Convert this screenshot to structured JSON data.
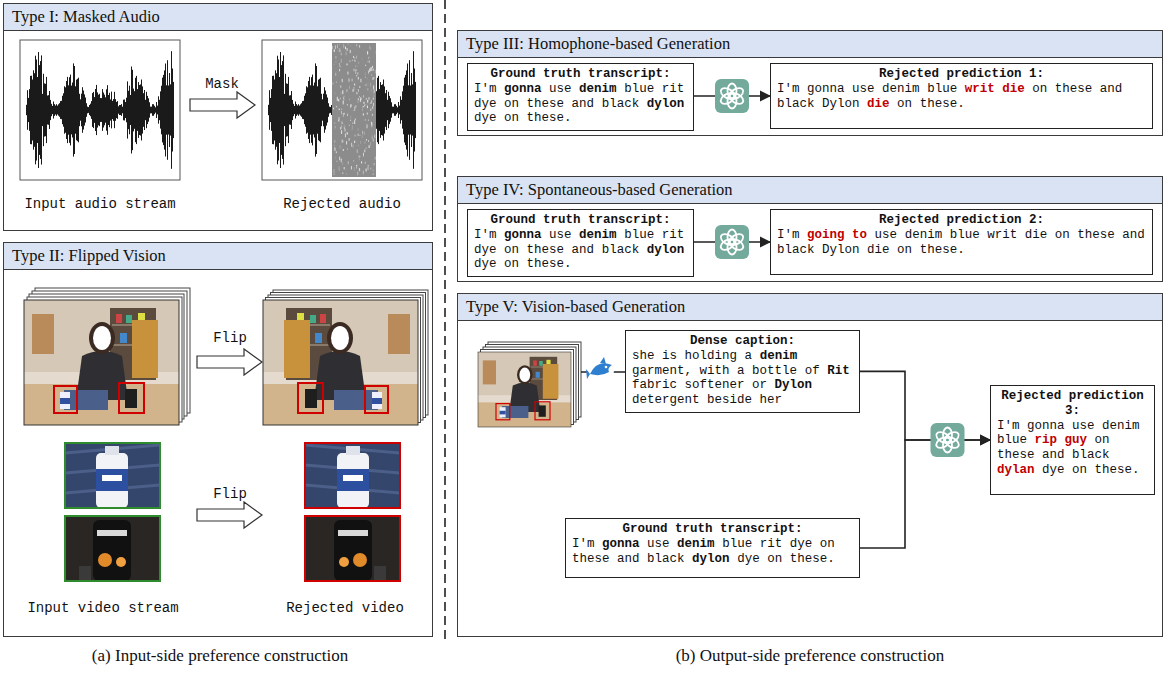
{
  "diagram": {
    "nodes": [
      {
        "text": [
          "Type I: Masked Audio"
        ]
      },
      {
        "text": [
          "Type II: Flipped Vision"
        ]
      },
      {
        "text": [
          "Type III: Homophone-based Generation"
        ]
      },
      {
        "text": [
          "Ground truth transcript:",
          "I'm gonna use denim blue rit dye on these and black dylon dye on these."
        ],
        "in": 2
      },
      {
        "text": [
          "Rejected prediction 1:",
          "I'm gonna use denim blue writ die on these and black Dylon die on these."
        ],
        "in": 2
      },
      {
        "text": [
          "Type IV: Spontaneous-based Generation"
        ]
      },
      {
        "text": [
          "Ground truth transcript:",
          "I'm gonna use denim blue rit dye on these and black dylon dye on these."
        ],
        "in": 5
      },
      {
        "text": [
          "Rejected prediction 2:",
          "I'm going to use denim blue writ die on these and black Dylon die on these."
        ],
        "in": 5
      },
      {
        "text": [
          "Type V: Vision-based Generation"
        ]
      },
      {
        "text": [
          "Dense caption:",
          "she is holding a denim garment, with a bottle of Rit fabric softener or Dylon detergent beside her"
        ],
        "in": 8
      },
      {
        "text": [
          "Ground truth transcript:",
          "I'm gonna use denim blue rit dye on these and black dylon dye on these."
        ],
        "in": 8
      },
      {
        "text": [
          "Rejected prediction 3:",
          "I'm gonna use denim blue rip guy on these and black dylan dye on these."
        ],
        "in": 8
      }
    ],
    "edges": [
      {
        "from": 3,
        "to": 4,
        "arrow": "to"
      },
      {
        "from": 6,
        "to": 7,
        "arrow": "to"
      },
      {
        "from": 9,
        "to": 11,
        "arrow": "to"
      },
      {
        "from": 10,
        "to": 11,
        "arrow": "to"
      }
    ],
    "labels": [
      "Mask",
      "Input audio stream",
      "Rejected audio",
      "Flip",
      "Flip",
      "Input video stream",
      "Rejected video",
      "(a) Input-side preference construction",
      "(b) Output-side preference construction"
    ]
  }
}
